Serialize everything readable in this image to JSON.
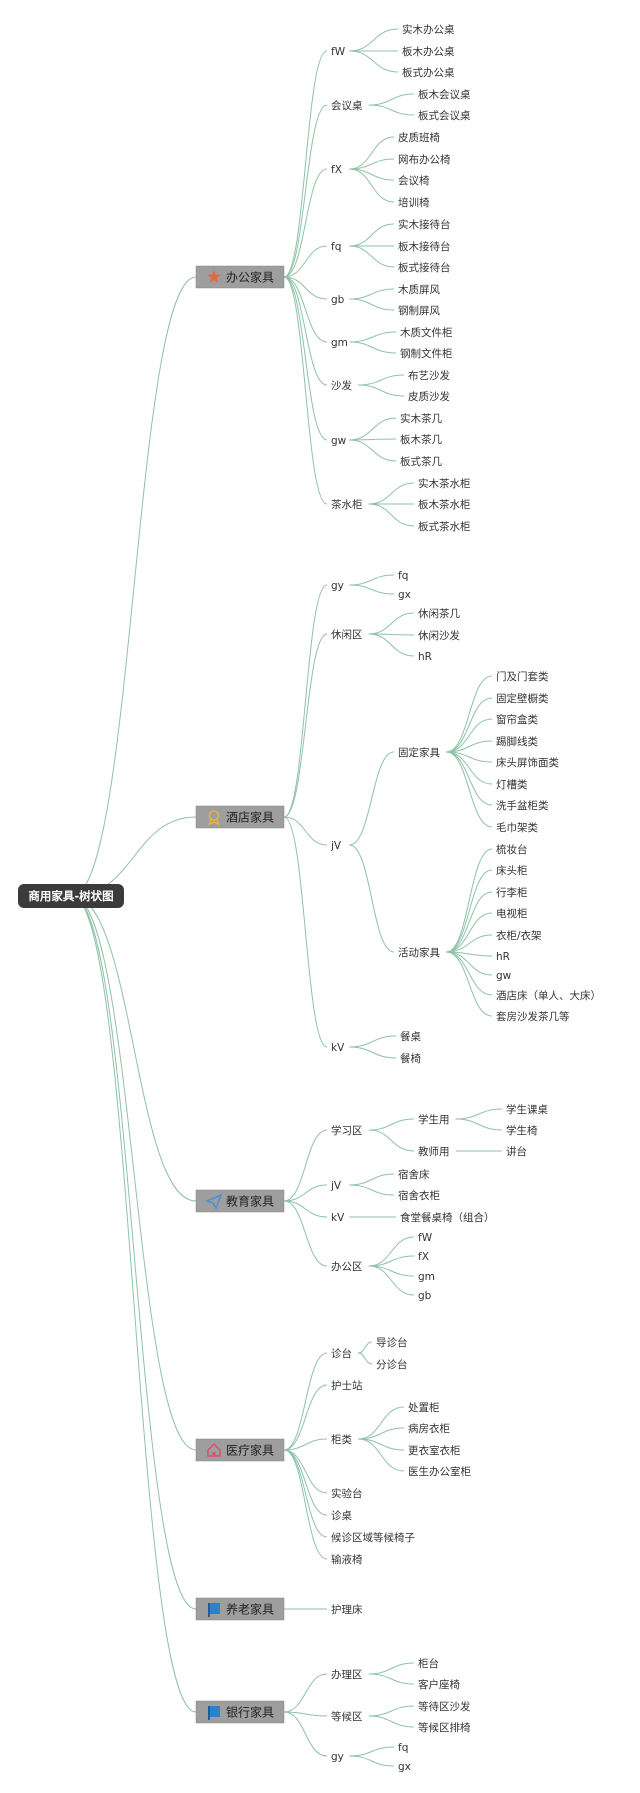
{
  "root": "商用家具-树状图",
  "categories": [
    {
      "label": "办公家具",
      "icon": "star-icon",
      "color": "#e8673a",
      "children": [
        {
          "label": "fW",
          "children": [
            {
              "label": "实木办公桌"
            },
            {
              "label": "板木办公桌"
            },
            {
              "label": "板式办公桌"
            }
          ]
        },
        {
          "label": "会议桌",
          "children": [
            {
              "label": "板木会议桌"
            },
            {
              "label": "板式会议桌"
            }
          ]
        },
        {
          "label": "fX",
          "children": [
            {
              "label": "皮质班椅"
            },
            {
              "label": "网布办公椅"
            },
            {
              "label": "会议椅"
            },
            {
              "label": "培训椅"
            }
          ]
        },
        {
          "label": "fq",
          "children": [
            {
              "label": "实木接待台"
            },
            {
              "label": "板木接待台"
            },
            {
              "label": "板式接待台"
            }
          ]
        },
        {
          "label": "gb",
          "children": [
            {
              "label": "木质屏风"
            },
            {
              "label": "钢制屏风"
            }
          ]
        },
        {
          "label": "gm",
          "children": [
            {
              "label": "木质文件柜"
            },
            {
              "label": "钢制文件柜"
            }
          ]
        },
        {
          "label": "沙发",
          "children": [
            {
              "label": "布艺沙发"
            },
            {
              "label": "皮质沙发"
            }
          ]
        },
        {
          "label": "gw",
          "children": [
            {
              "label": "实木茶几"
            },
            {
              "label": "板木茶几"
            },
            {
              "label": "板式茶几"
            }
          ]
        },
        {
          "label": "茶水柜",
          "children": [
            {
              "label": "实木茶水柜"
            },
            {
              "label": "板木茶水柜"
            },
            {
              "label": "板式茶水柜"
            }
          ]
        }
      ]
    },
    {
      "label": "酒店家具",
      "icon": "award-icon",
      "color": "#e8b33a",
      "children": [
        {
          "label": "gy",
          "children": [
            {
              "label": "fq"
            },
            {
              "label": "gx"
            }
          ]
        },
        {
          "label": "休闲区",
          "children": [
            {
              "label": "休闲茶几"
            },
            {
              "label": "休闲沙发"
            },
            {
              "label": "hR"
            }
          ]
        },
        {
          "label": "jV",
          "children": [
            {
              "label": "固定家具",
              "children": [
                {
                  "label": "门及门套类"
                },
                {
                  "label": "固定壁橱类"
                },
                {
                  "label": "窗帘盒类"
                },
                {
                  "label": "踢脚线类"
                },
                {
                  "label": "床头屏饰面类"
                },
                {
                  "label": "灯槽类"
                },
                {
                  "label": "洗手盆柜类"
                },
                {
                  "label": "毛巾架类"
                }
              ]
            },
            {
              "label": "活动家具",
              "children": [
                {
                  "label": "梳妆台"
                },
                {
                  "label": "床头柜"
                },
                {
                  "label": "行李柜"
                },
                {
                  "label": "电视柜"
                },
                {
                  "label": "衣柜/衣架"
                },
                {
                  "label": "hR"
                },
                {
                  "label": "gw"
                },
                {
                  "label": "酒店床（单人、大床）"
                },
                {
                  "label": "套房沙发茶几等"
                }
              ]
            }
          ]
        },
        {
          "label": "kV",
          "children": [
            {
              "label": "餐桌"
            },
            {
              "label": "餐椅"
            }
          ]
        }
      ]
    },
    {
      "label": "教育家具",
      "icon": "paper-plane-icon",
      "color": "#4a90d9",
      "children": [
        {
          "label": "学习区",
          "children": [
            {
              "label": "学生用",
              "children": [
                {
                  "label": "学生课桌"
                },
                {
                  "label": "学生椅"
                }
              ]
            },
            {
              "label": "教师用",
              "children": [
                {
                  "label": "讲台"
                }
              ]
            }
          ]
        },
        {
          "label": "jV",
          "children": [
            {
              "label": "宿舍床"
            },
            {
              "label": "宿舍衣柜"
            }
          ]
        },
        {
          "label": "kV",
          "children": [
            {
              "label": "食堂餐桌椅（组合）"
            }
          ]
        },
        {
          "label": "办公区",
          "children": [
            {
              "label": "fW"
            },
            {
              "label": "fX"
            },
            {
              "label": "gm"
            },
            {
              "label": "gb"
            }
          ]
        }
      ]
    },
    {
      "label": "医疗家具",
      "icon": "house-icon",
      "color": "#d9506e",
      "children": [
        {
          "label": "诊台",
          "children": [
            {
              "label": "导诊台"
            },
            {
              "label": "分诊台"
            }
          ]
        },
        {
          "label": "护士站"
        },
        {
          "label": "柜类",
          "children": [
            {
              "label": "处置柜"
            },
            {
              "label": "病房衣柜"
            },
            {
              "label": "更衣室衣柜"
            },
            {
              "label": "医生办公室柜"
            }
          ]
        },
        {
          "label": "实验台"
        },
        {
          "label": "诊桌"
        },
        {
          "label": "候诊区域等候椅子"
        },
        {
          "label": "输液椅"
        }
      ]
    },
    {
      "label": "养老家具",
      "icon": "flag-icon",
      "color": "#2f7fc9",
      "children": [
        {
          "label": "护理床"
        }
      ]
    },
    {
      "label": "银行家具",
      "icon": "flag-icon",
      "color": "#2f7fc9",
      "children": [
        {
          "label": "办理区",
          "children": [
            {
              "label": "柜台"
            },
            {
              "label": "客户座椅"
            }
          ]
        },
        {
          "label": "等候区",
          "children": [
            {
              "label": "等待区沙发"
            },
            {
              "label": "等候区排椅"
            }
          ]
        },
        {
          "label": "gy",
          "children": [
            {
              "label": "fq"
            },
            {
              "label": "gx"
            }
          ]
        }
      ]
    }
  ]
}
